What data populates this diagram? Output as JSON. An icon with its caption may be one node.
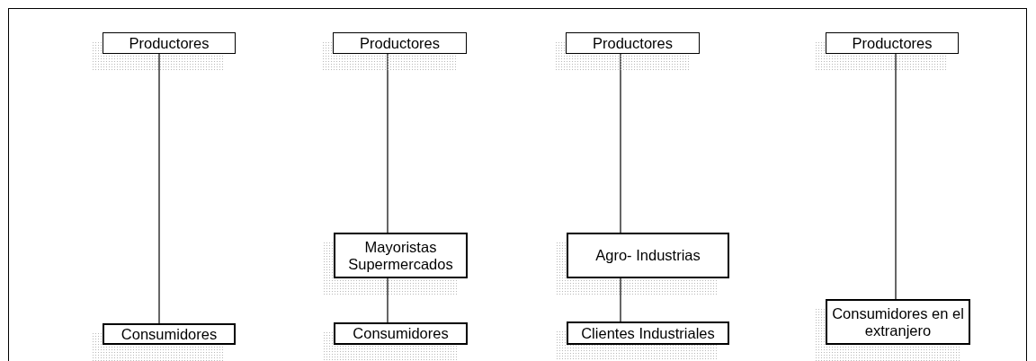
{
  "diagram": {
    "nodes": [
      {
        "text": [
          "Productores"
        ]
      },
      {
        "text": [
          "Consumidores"
        ]
      },
      {
        "text": [
          "Productores"
        ]
      },
      {
        "text": [
          "Mayoristas Supermercados"
        ]
      },
      {
        "text": [
          "Consumidores"
        ]
      },
      {
        "text": [
          "Productores"
        ]
      },
      {
        "text": [
          "Agro- Industrias"
        ]
      },
      {
        "text": [
          "Clientes Industriales"
        ]
      },
      {
        "text": [
          "Productores"
        ]
      },
      {
        "text": [
          "Consumidores en el extranjero"
        ]
      }
    ],
    "edges": [
      {
        "from": 0,
        "to": 1,
        "arrow": "none"
      },
      {
        "from": 2,
        "to": 3,
        "arrow": "none"
      },
      {
        "from": 3,
        "to": 4,
        "arrow": "none"
      },
      {
        "from": 5,
        "to": 6,
        "arrow": "none"
      },
      {
        "from": 6,
        "to": 7,
        "arrow": "none"
      },
      {
        "from": 8,
        "to": 9,
        "arrow": "none"
      }
    ]
  }
}
